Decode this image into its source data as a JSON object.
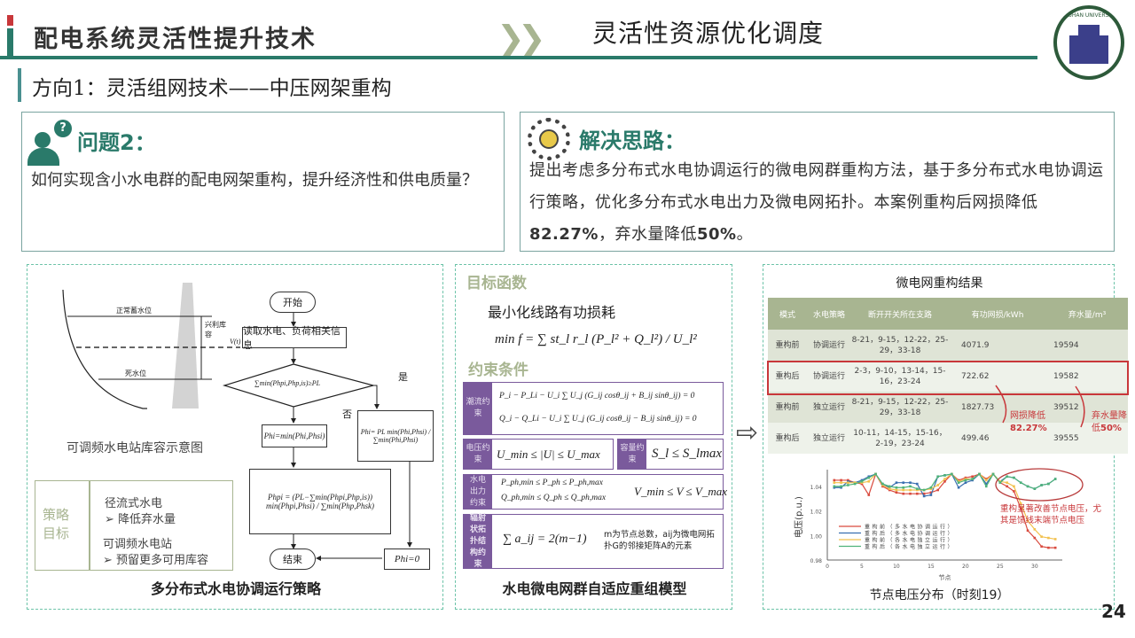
{
  "header": {
    "title": "配电系统灵活性提升技术",
    "section": "灵活性资源优化调度",
    "subtitle": "方向1：灵活组网技术——中压网架重构",
    "logo_text": "WUHAN UNIVERSITY"
  },
  "problem": {
    "heading": "问题2：",
    "text": "如何实现含小水电群的配电网架重构，提升经济性和供电质量？"
  },
  "solution": {
    "heading": "解决思路：",
    "text_1": "提出考虑多分布式水电协调运行的微电网群重构方法，基于多分布式水电协调运行策略，优化多分布式水电出力及微电网拓扑。本案例重构后网损降低",
    "v1": "82.27%",
    "text_2": "，弃水量降低",
    "v2": "50%",
    "text_3": "。"
  },
  "panel1": {
    "reservoir": {
      "normal_level": "正常蓄水位",
      "usable": "兴利库容",
      "vt": "V(t)",
      "dead_level": "死水位",
      "caption": "可调频水电站库容示意图"
    },
    "flow": {
      "start": "开始",
      "read": "读取水电、负荷相关信息",
      "cond": "∑min(Phpi,Php,is)≥PL",
      "yes": "是",
      "no": "否",
      "box_no": "Phi=min(Phi,Phsi)",
      "box_yes": "Phi= PL min(Phi,Phsi) / ∑min(Phi,Phsi)",
      "box_main": "Phpi = (PL−∑min(Phpi,Php,is)) min(Phpi,Phsi) / ∑min(Php,Phsk)",
      "zero": "Phi=0",
      "end": "结束"
    },
    "strategy": {
      "label": "策略目标",
      "t1": "径流式水电",
      "b1": "降低弃水量",
      "t2": "可调频水电站",
      "b2": "预留更多可用库容"
    },
    "caption": "多分布式水电协调运行策略"
  },
  "panel2": {
    "objective_title": "目标函数",
    "objective_text": "最小化线路有功损耗",
    "objective_eq": "min f = ∑ st_l r_l (P_l² + Q_l²) / U_l²",
    "constraint_title": "约束条件",
    "c1": {
      "label": "潮流约束",
      "eq1": "P_i − P_Li − U_i ∑ U_j (G_ij cosθ_ij + B_ij sinθ_ij) = 0",
      "eq2": "Q_i − Q_Li − U_i ∑ U_j (G_ij cosθ_ij − B_ij sinθ_ij) = 0"
    },
    "c2": {
      "label": "电压约束",
      "eq": "U_min ≤ |U| ≤ U_max"
    },
    "c3": {
      "label": "容量约束",
      "eq": "S_l ≤ S_lmax"
    },
    "c4": {
      "label": "水电出力约束",
      "eq1": "P_ph,min ≤ P_ph ≤ P_ph,max",
      "eq2": "Q_ph,min ≤ Q_ph ≤ Q_ph,max",
      "eq3": "V_min ≤ V ≤ V_max"
    },
    "c5": {
      "label": "辐射状拓扑结构约束",
      "eq": "∑ a_ij = 2(m−1)",
      "note": "m为节点总数，aij为微电网拓扑G的邻接矩阵A的元素"
    },
    "caption": "水电微电网群自适应重组模型"
  },
  "panel3": {
    "table_title": "微电网重构结果",
    "columns": [
      "模式",
      "水电策略",
      "断开开关所在支路",
      "有功网损/kWh",
      "弃水量/m³"
    ],
    "rows": [
      [
        "重构前",
        "协调运行",
        "8-21，9-15，12-22，25-29，33-18",
        "4071.9",
        "19594"
      ],
      [
        "重构后",
        "协调运行",
        "2-3，9-10，13-14，15-16，23-24",
        "722.62",
        "19582"
      ],
      [
        "重构前",
        "独立运行",
        "8-21，9-15，12-22，25-29，33-18",
        "1827.73",
        "39512"
      ],
      [
        "重构后",
        "独立运行",
        "10-11，14-15，15-16，2-19，23-24",
        "499.46",
        "39555"
      ]
    ],
    "loss_note": "网损降低",
    "loss_value": "82.27%",
    "water_note": "弃水量降低",
    "water_value": "50%",
    "chart_caption": "节点电压分布（时刻19）"
  },
  "chart_data": {
    "type": "line",
    "title": "节点电压分布（时刻19）",
    "xlabel": "节点",
    "ylabel": "电压(p.u.)",
    "xlim": [
      0,
      34
    ],
    "ylim": [
      0.98,
      1.05
    ],
    "xticks": [
      0,
      5,
      10,
      15,
      20,
      25,
      30
    ],
    "yticks": [
      "0.98",
      "1.00",
      "1.02",
      "1.04"
    ],
    "legend": "bottom-left",
    "annotation": "重构显著改善节点电压，尤其是馈线末端节点电压",
    "x": [
      1,
      2,
      3,
      4,
      5,
      6,
      7,
      8,
      9,
      10,
      11,
      12,
      13,
      14,
      15,
      16,
      17,
      18,
      19,
      20,
      21,
      22,
      23,
      24,
      25,
      26,
      27,
      28,
      29,
      30,
      31,
      32,
      33
    ],
    "series": [
      {
        "name": "重构前（多水电协调运行）",
        "color": "#d94a3e",
        "marker": "square",
        "values": [
          1.045,
          1.045,
          1.045,
          1.043,
          1.042,
          1.033,
          1.05,
          1.04,
          1.037,
          1.035,
          1.034,
          1.034,
          1.034,
          1.034,
          1.035,
          1.037,
          1.044,
          1.05,
          1.045,
          1.047,
          1.048,
          1.05,
          1.046,
          1.05,
          1.043,
          1.04,
          1.036,
          1.022,
          1.004,
          0.998,
          0.991,
          0.99,
          0.99
        ]
      },
      {
        "name": "重构后（多水电协调运行）",
        "color": "#3a6fb0",
        "marker": "square",
        "values": [
          1.039,
          1.039,
          1.044,
          1.043,
          1.045,
          1.048,
          1.05,
          1.042,
          1.039,
          1.043,
          1.043,
          1.043,
          1.042,
          1.032,
          1.033,
          1.048,
          1.049,
          1.05,
          1.039,
          1.043,
          1.045,
          1.05,
          1.042,
          1.05,
          1.044,
          1.048,
          1.047,
          1.043,
          1.04,
          1.038,
          1.041,
          1.042,
          1.046
        ]
      },
      {
        "name": "重构前（各水电独立运行）",
        "color": "#f2c14e",
        "marker": "triangle",
        "values": [
          1.043,
          1.043,
          1.043,
          1.043,
          1.043,
          1.044,
          1.05,
          1.041,
          1.038,
          1.037,
          1.037,
          1.037,
          1.037,
          1.037,
          1.038,
          1.041,
          1.046,
          1.05,
          1.044,
          1.046,
          1.046,
          1.05,
          1.045,
          1.05,
          1.044,
          1.043,
          1.04,
          1.026,
          1.012,
          1.005,
          0.999,
          0.998,
          0.997
        ]
      },
      {
        "name": "重构后（各水电独立运行）",
        "color": "#4fb37a",
        "marker": "diamond",
        "values": [
          1.04,
          1.04,
          1.041,
          1.042,
          1.044,
          1.047,
          1.05,
          1.042,
          1.04,
          1.039,
          1.039,
          1.04,
          1.038,
          1.037,
          1.039,
          1.048,
          1.049,
          1.05,
          1.043,
          1.045,
          1.046,
          1.05,
          1.04,
          1.05,
          1.043,
          1.048,
          1.047,
          1.043,
          1.04,
          1.038,
          1.041,
          1.042,
          1.046
        ]
      }
    ]
  },
  "page_number": "24",
  "colors": {
    "teal": "#2a7a6a",
    "red": "#c8373a",
    "sage": "#a8b591",
    "purple": "#7a5a9c"
  }
}
